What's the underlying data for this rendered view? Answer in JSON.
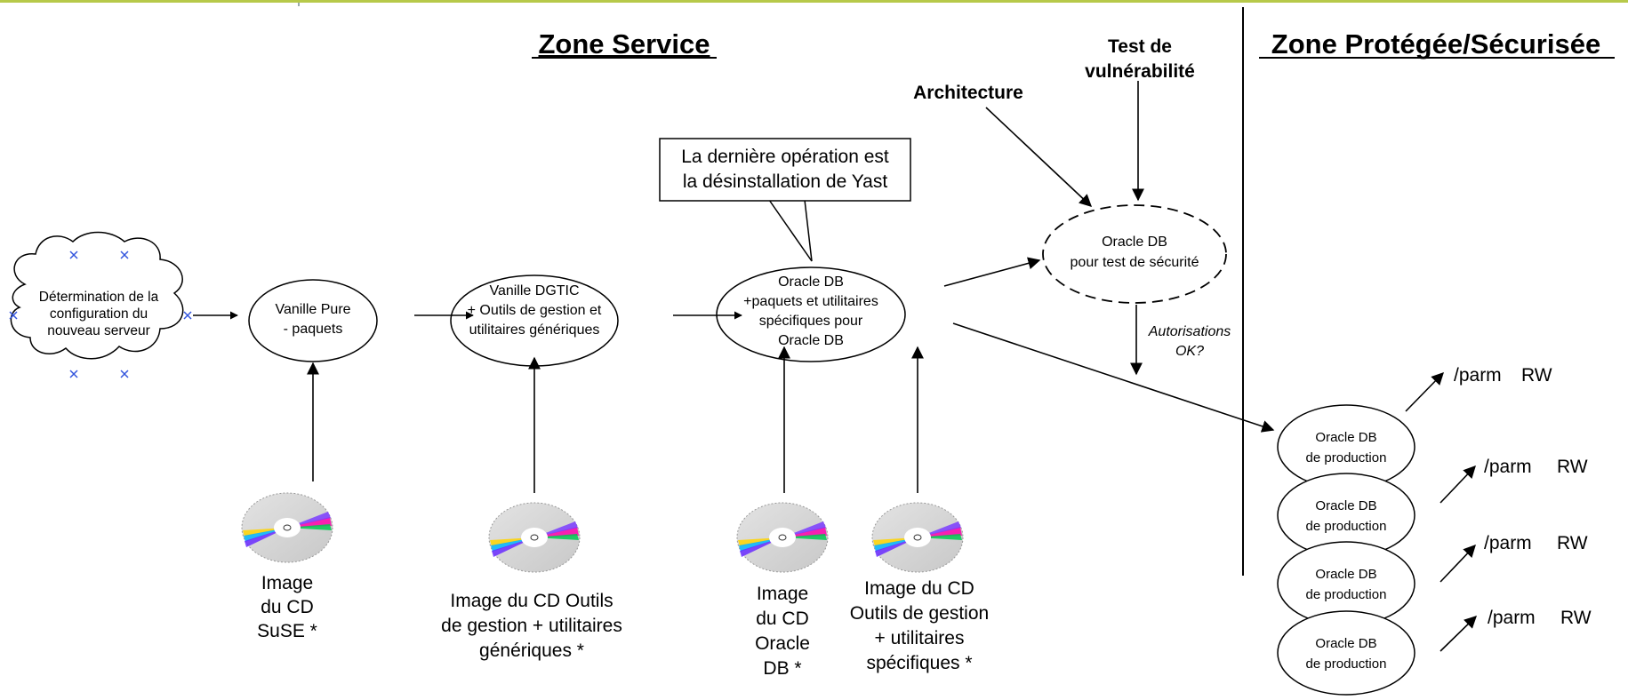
{
  "zones": {
    "service_title": "Zone Service",
    "protected_title": "Zone Protégée/Sécurisée"
  },
  "labels": {
    "architecture": "Architecture",
    "vuln_line1": "Test de",
    "vuln_line2": "vulnérabilité",
    "authorisations_line1": "Autorisations",
    "authorisations_line2": "OK?"
  },
  "callout": {
    "line1": "La dernière opération est",
    "line2": "la désinstallation de Yast"
  },
  "nodes": {
    "cloud": [
      "Détermination de la",
      "configuration du",
      "nouveau serveur"
    ],
    "vanille_pure": [
      "Vanille Pure",
      "- paquets"
    ],
    "vanille_dgtic": [
      "Vanille DGTIC",
      "+ Outils de gestion et",
      "utilitaires génériques"
    ],
    "oracle_db": [
      "Oracle DB",
      "+paquets et utilitaires",
      "spécifiques pour",
      "Oracle DB"
    ],
    "oracle_test": [
      "Oracle DB",
      "pour test de sécurité"
    ],
    "production": [
      "Oracle DB",
      "de production"
    ]
  },
  "cds": {
    "suse": [
      "Image",
      "du CD",
      "SuSE *"
    ],
    "outils_generiques": [
      "Image du CD Outils",
      "de gestion + utilitaires",
      "génériques *"
    ],
    "oracle": [
      "Image",
      "du CD",
      "Oracle",
      "DB *"
    ],
    "outils_specifiques": [
      "Image du CD",
      "Outils de gestion",
      "+ utilitaires",
      "spécifiques *"
    ]
  },
  "parm": {
    "path": "/parm",
    "mode": "RW"
  },
  "colors": {
    "topbar": "#b7c94a",
    "line": "#000000",
    "cd": "#d4d4d4",
    "handle": "#3355dd"
  }
}
